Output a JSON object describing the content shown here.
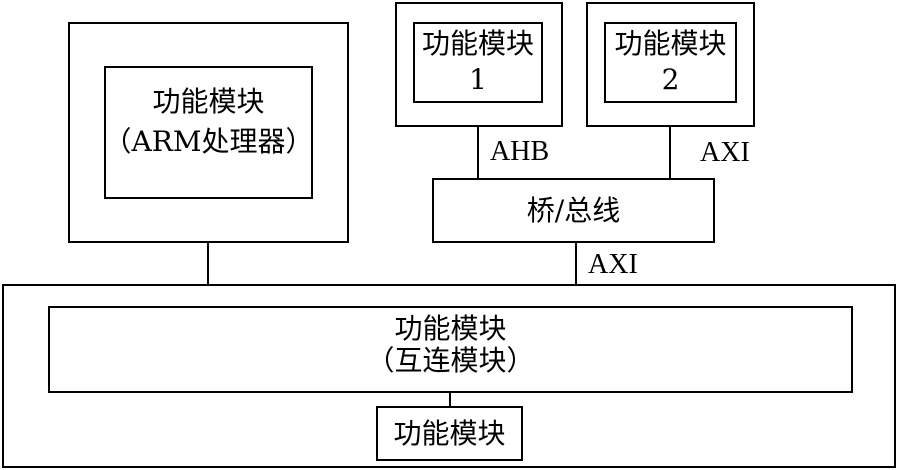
{
  "colors": {
    "stroke": "#000000",
    "background": "#ffffff"
  },
  "modules": {
    "arm": {
      "title": "功能模块",
      "subtitle": "（ARM处理器）"
    },
    "module1": {
      "title": "功能模块",
      "subtitle": "1"
    },
    "module2": {
      "title": "功能模块",
      "subtitle": "2"
    },
    "bridge": {
      "label": "桥/总线"
    },
    "interconnect": {
      "title": "功能模块",
      "subtitle": "（互连模块）"
    },
    "bottom": {
      "title": "功能模块"
    }
  },
  "buses": {
    "ahb": "AHB",
    "axi_top": "AXI",
    "axi_bottom": "AXI"
  }
}
